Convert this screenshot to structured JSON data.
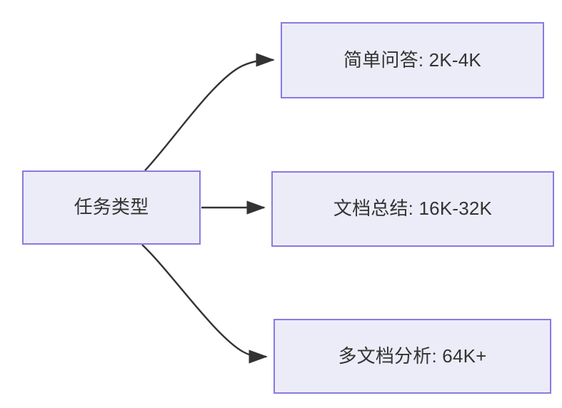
{
  "diagram": {
    "type": "flowchart",
    "direction": "left-to-right",
    "title_text": "",
    "colors": {
      "node_fill": "#ececf9",
      "node_border": "#8a7ae0",
      "node_text": "#333333",
      "edge_stroke": "#333333",
      "background": "#ffffff"
    },
    "nodes": [
      {
        "id": "root",
        "label": "任务类型",
        "role": "source"
      },
      {
        "id": "qa",
        "label": "简单问答: 2K-4K",
        "role": "target"
      },
      {
        "id": "summary",
        "label": "文档总结: 16K-32K",
        "role": "target"
      },
      {
        "id": "multidoc",
        "label": "多文档分析: 64K+",
        "role": "target"
      }
    ],
    "edges": [
      {
        "id": "edge-root-qa",
        "from": "root",
        "to": "qa",
        "style": "curved",
        "arrow": "triangle",
        "label": ""
      },
      {
        "id": "edge-root-summary",
        "from": "root",
        "to": "summary",
        "style": "straight",
        "arrow": "triangle",
        "label": ""
      },
      {
        "id": "edge-root-multidoc",
        "from": "root",
        "to": "multidoc",
        "style": "curved",
        "arrow": "triangle",
        "label": ""
      }
    ]
  }
}
